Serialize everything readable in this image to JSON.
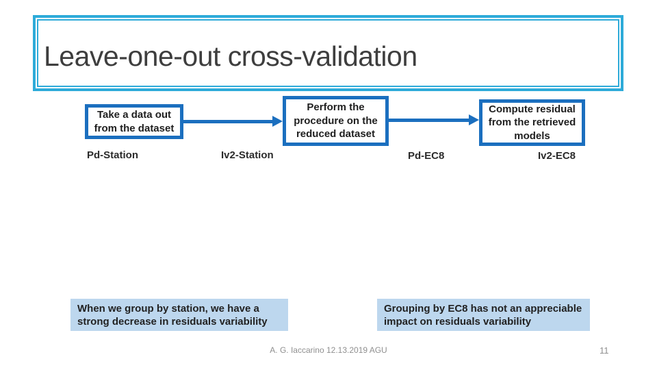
{
  "title": "Leave-one-out cross-validation",
  "diagram": {
    "steps": [
      {
        "text": "Take a data out from the dataset"
      },
      {
        "text": "Perform the procedure on the reduced dataset"
      },
      {
        "text": "Compute residual from the retrieved models"
      }
    ],
    "labels": [
      "Pd-Station",
      "Iv2-Station",
      "Pd-EC8",
      "Iv2-EC8"
    ]
  },
  "notes": [
    "When we group by station, we have a strong decrease in residuals variability",
    "Grouping by EC8 has not an appreciable impact on residuals variability"
  ],
  "footer": {
    "credit": "A. G. Iaccarino 12.13.2019 AGU",
    "page_number": "11"
  },
  "colors": {
    "accent_blue": "#1B6FBF",
    "title_border": "#2EABD9",
    "note_bg": "#BDD7EE",
    "title_text": "#3E3E3E",
    "body_text": "#1F1F1F",
    "footer_text": "#8F8F8F"
  }
}
